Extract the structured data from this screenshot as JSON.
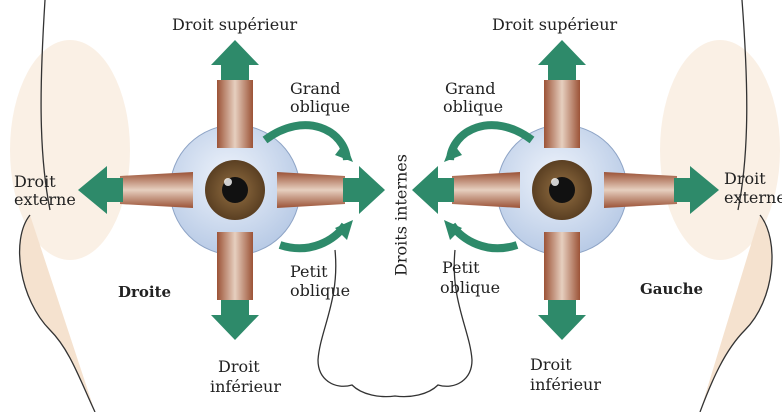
{
  "labels": {
    "right_eye": {
      "superior": "Droit supérieur",
      "grand_oblique_1": "Grand",
      "grand_oblique_2": "oblique",
      "externe_1": "Droit",
      "externe_2": "externe",
      "petit_oblique_1": "Petit",
      "petit_oblique_2": "oblique",
      "side": "Droite",
      "inferior_1": "Droit",
      "inferior_2": "inférieur"
    },
    "center": "Droits internes",
    "left_eye": {
      "superior": "Droit supérieur",
      "grand_oblique_1": "Grand",
      "grand_oblique_2": "oblique",
      "externe_1": "Droit",
      "externe_2": "externe",
      "petit_oblique_1": "Petit",
      "petit_oblique_2": "oblique",
      "side": "Gauche",
      "inferior_1": "Droit",
      "inferior_2": "inférieur"
    }
  },
  "colors": {
    "arrow": "#2e8a6a",
    "arrow_dark": "#1e6b50",
    "muscle": "#b0684a",
    "muscle_light": "#e8d2c2",
    "sclera": "#c9d8ee",
    "iris": "#6b4e2e",
    "skin": "#f3dcc4"
  }
}
